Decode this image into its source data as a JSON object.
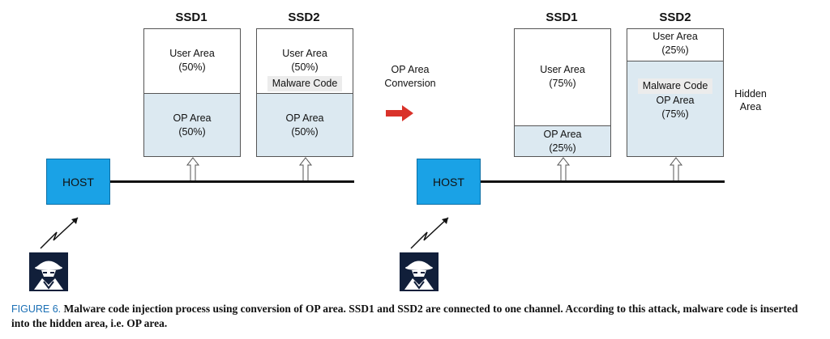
{
  "left": {
    "ssd1": {
      "title": "SSD1",
      "user_area": "User Area",
      "user_pct": "(50%)",
      "op_area": "OP Area",
      "op_pct": "(50%)"
    },
    "ssd2": {
      "title": "SSD2",
      "user_area": "User Area",
      "user_pct": "(50%)",
      "malware": "Malware Code",
      "op_area": "OP Area",
      "op_pct": "(50%)"
    },
    "host": "HOST"
  },
  "conversion": {
    "line1": "OP Area",
    "line2": "Conversion"
  },
  "right": {
    "ssd1": {
      "title": "SSD1",
      "user_area": "User Area",
      "user_pct": "(75%)",
      "op_area": "OP Area",
      "op_pct": "(25%)"
    },
    "ssd2": {
      "title": "SSD2",
      "user_area": "User Area",
      "user_pct": "(25%)",
      "malware": "Malware Code",
      "op_area": "OP Area",
      "op_pct": "(75%)"
    },
    "host": "HOST",
    "hidden": {
      "line1": "Hidden",
      "line2": "Area"
    }
  },
  "caption": {
    "figure_label": "FIGURE 6.",
    "text": " Malware code injection process using conversion of OP area. SSD1 and SSD2 are connected to one channel. According to this attack, malware code is inserted into the hidden area, i.e. OP area."
  },
  "colors": {
    "host": "#1aa2e6",
    "op_area": "#dce9f1",
    "arrow": "#d9322a",
    "caption_label": "#1a6fb5"
  },
  "icons": [
    "hacker-icon",
    "lightning-icon",
    "connector-arrow-icon",
    "conversion-arrow-icon"
  ]
}
